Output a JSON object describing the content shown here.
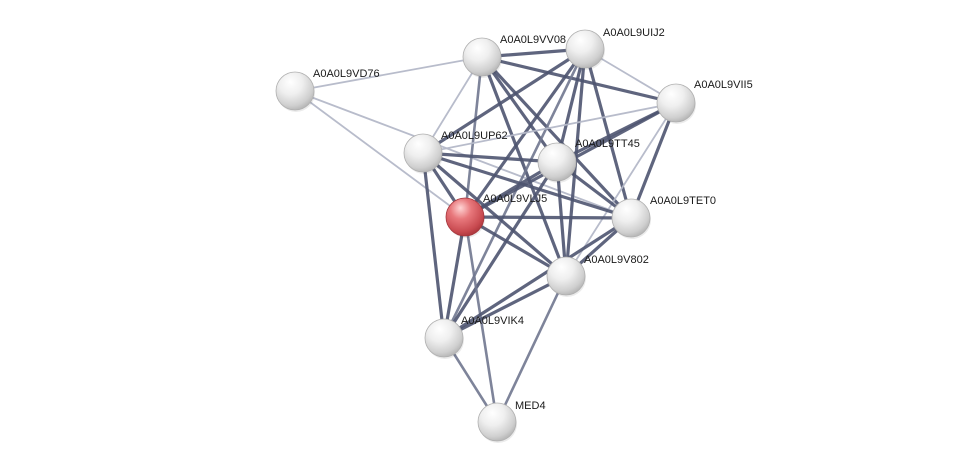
{
  "network": {
    "query_protein": "A0A0L9VLJ5",
    "colors": {
      "query_node": "#e0575c",
      "other_node": "#e6e6e6",
      "edge_strong": "#4e5470",
      "edge_medium": "#70778f",
      "edge_weak": "#b4b8c8"
    },
    "nodes": [
      {
        "id": "A0A0L9VD76",
        "label": "A0A0L9VD76"
      },
      {
        "id": "A0A0L9VV08",
        "label": "A0A0L9VV08"
      },
      {
        "id": "A0A0L9UIJ2",
        "label": "A0A0L9UIJ2"
      },
      {
        "id": "A0A0L9VII5",
        "label": "A0A0L9VII5"
      },
      {
        "id": "A0A0L9UP62",
        "label": "A0A0L9UP62"
      },
      {
        "id": "A0A0L9TT45",
        "label": "A0A0L9TT45"
      },
      {
        "id": "A0A0L9VLJ5",
        "label": "A0A0L9VLJ5"
      },
      {
        "id": "A0A0L9TET0",
        "label": "A0A0L9TET0"
      },
      {
        "id": "A0A0L9V802",
        "label": "A0A0L9V802"
      },
      {
        "id": "A0A0L9VIK4",
        "label": "A0A0L9VIK4"
      },
      {
        "id": "MED4",
        "label": "MED4"
      }
    ],
    "edges": [
      {
        "source": "A0A0L9VD76",
        "target": "A0A0L9VV08",
        "strength": "weak"
      },
      {
        "source": "A0A0L9VD76",
        "target": "A0A0L9VLJ5",
        "strength": "weak"
      },
      {
        "source": "A0A0L9VD76",
        "target": "A0A0L9TET0",
        "strength": "weak"
      },
      {
        "source": "A0A0L9VV08",
        "target": "A0A0L9UIJ2",
        "strength": "strong"
      },
      {
        "source": "A0A0L9VV08",
        "target": "A0A0L9VII5",
        "strength": "strong"
      },
      {
        "source": "A0A0L9VV08",
        "target": "A0A0L9UP62",
        "strength": "weak"
      },
      {
        "source": "A0A0L9VV08",
        "target": "A0A0L9TT45",
        "strength": "strong"
      },
      {
        "source": "A0A0L9VV08",
        "target": "A0A0L9VLJ5",
        "strength": "medium"
      },
      {
        "source": "A0A0L9VV08",
        "target": "A0A0L9TET0",
        "strength": "strong"
      },
      {
        "source": "A0A0L9VV08",
        "target": "A0A0L9V802",
        "strength": "strong"
      },
      {
        "source": "A0A0L9UIJ2",
        "target": "A0A0L9VII5",
        "strength": "weak"
      },
      {
        "source": "A0A0L9UIJ2",
        "target": "A0A0L9UP62",
        "strength": "strong"
      },
      {
        "source": "A0A0L9UIJ2",
        "target": "A0A0L9TT45",
        "strength": "strong"
      },
      {
        "source": "A0A0L9UIJ2",
        "target": "A0A0L9VLJ5",
        "strength": "strong"
      },
      {
        "source": "A0A0L9UIJ2",
        "target": "A0A0L9TET0",
        "strength": "strong"
      },
      {
        "source": "A0A0L9UIJ2",
        "target": "A0A0L9V802",
        "strength": "strong"
      },
      {
        "source": "A0A0L9UIJ2",
        "target": "A0A0L9VIK4",
        "strength": "medium"
      },
      {
        "source": "A0A0L9VII5",
        "target": "A0A0L9UP62",
        "strength": "weak"
      },
      {
        "source": "A0A0L9VII5",
        "target": "A0A0L9TT45",
        "strength": "strong"
      },
      {
        "source": "A0A0L9VII5",
        "target": "A0A0L9VLJ5",
        "strength": "strong"
      },
      {
        "source": "A0A0L9VII5",
        "target": "A0A0L9TET0",
        "strength": "strong"
      },
      {
        "source": "A0A0L9VII5",
        "target": "A0A0L9V802",
        "strength": "weak"
      },
      {
        "source": "A0A0L9UP62",
        "target": "A0A0L9TT45",
        "strength": "strong"
      },
      {
        "source": "A0A0L9UP62",
        "target": "A0A0L9VLJ5",
        "strength": "strong"
      },
      {
        "source": "A0A0L9UP62",
        "target": "A0A0L9TET0",
        "strength": "strong"
      },
      {
        "source": "A0A0L9UP62",
        "target": "A0A0L9V802",
        "strength": "strong"
      },
      {
        "source": "A0A0L9UP62",
        "target": "A0A0L9VIK4",
        "strength": "strong"
      },
      {
        "source": "A0A0L9TT45",
        "target": "A0A0L9VLJ5",
        "strength": "strong"
      },
      {
        "source": "A0A0L9TT45",
        "target": "A0A0L9TET0",
        "strength": "strong"
      },
      {
        "source": "A0A0L9TT45",
        "target": "A0A0L9V802",
        "strength": "strong"
      },
      {
        "source": "A0A0L9TT45",
        "target": "A0A0L9VIK4",
        "strength": "strong"
      },
      {
        "source": "A0A0L9VLJ5",
        "target": "A0A0L9TET0",
        "strength": "strong"
      },
      {
        "source": "A0A0L9VLJ5",
        "target": "A0A0L9V802",
        "strength": "strong"
      },
      {
        "source": "A0A0L9VLJ5",
        "target": "A0A0L9VIK4",
        "strength": "strong"
      },
      {
        "source": "A0A0L9VLJ5",
        "target": "MED4",
        "strength": "medium"
      },
      {
        "source": "A0A0L9TET0",
        "target": "A0A0L9V802",
        "strength": "strong"
      },
      {
        "source": "A0A0L9TET0",
        "target": "A0A0L9VIK4",
        "strength": "strong"
      },
      {
        "source": "A0A0L9V802",
        "target": "A0A0L9VIK4",
        "strength": "strong"
      },
      {
        "source": "A0A0L9V802",
        "target": "MED4",
        "strength": "medium"
      },
      {
        "source": "A0A0L9VIK4",
        "target": "MED4",
        "strength": "medium"
      }
    ]
  }
}
